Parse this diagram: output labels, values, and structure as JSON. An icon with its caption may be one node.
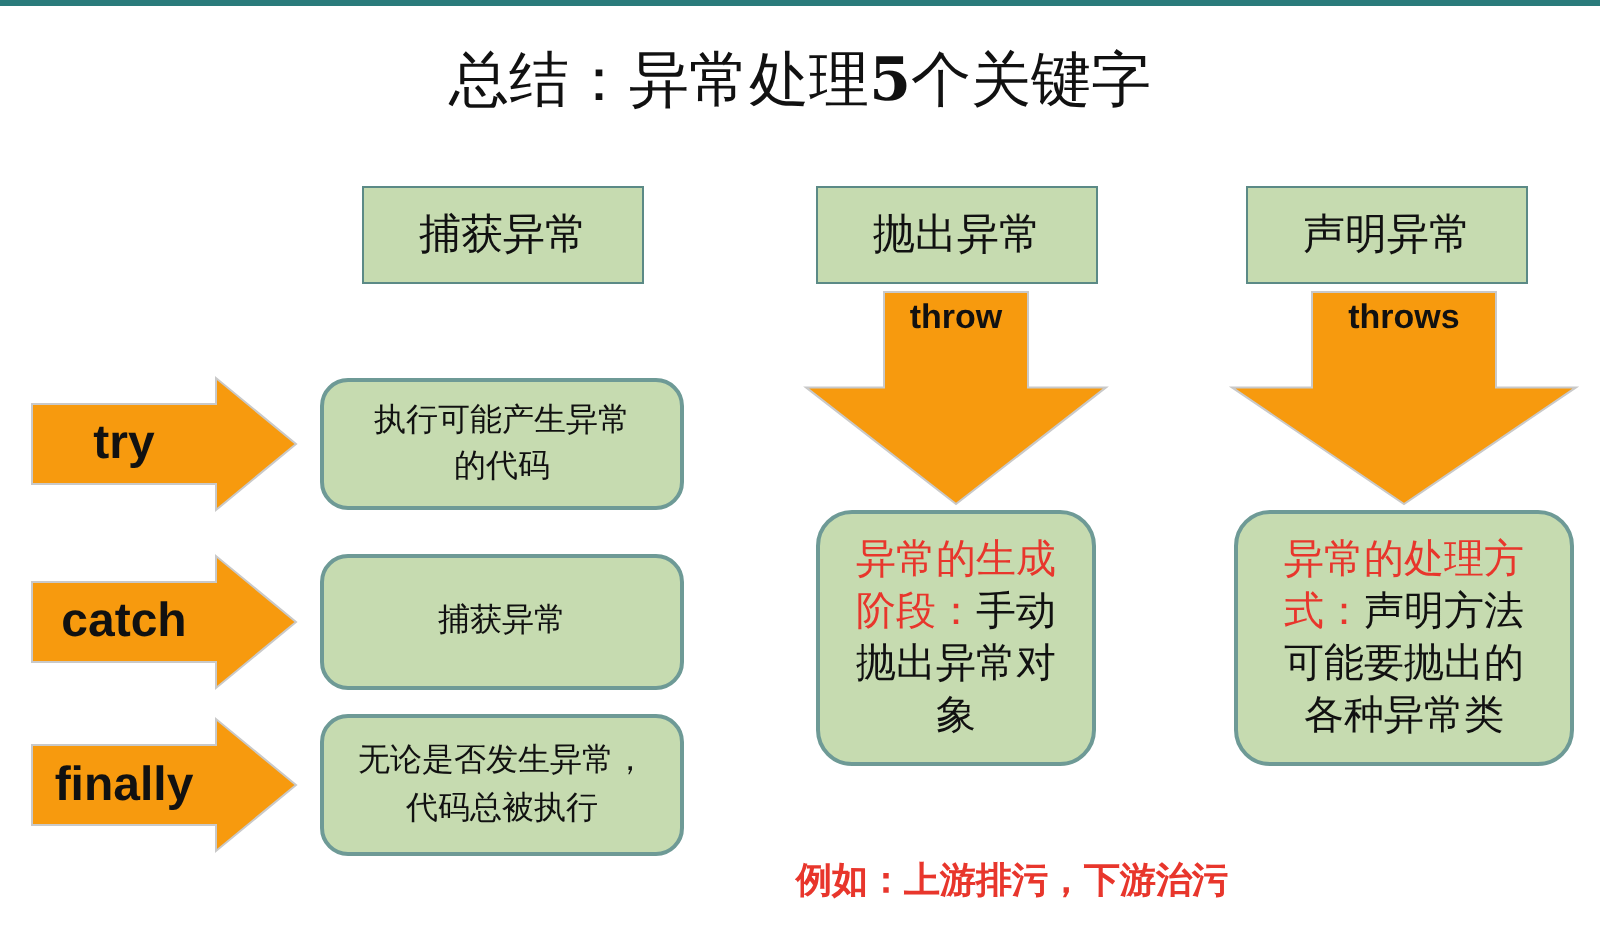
{
  "diagram": {
    "title": "总结：异常处理**5**个关键字",
    "nodes": [
      {
        "text": [
          "捕获异常"
        ]
      },
      {
        "text": [
          "抛出异常"
        ]
      },
      {
        "text": [
          "声明异常"
        ]
      },
      {
        "text": [
          "执行可能产生异常的代码"
        ]
      },
      {
        "text": [
          "捕获异常"
        ]
      },
      {
        "text": [
          "无论是否发生异常，代码总被执行"
        ]
      },
      {
        "text": [
          "异常的生成阶段：",
          "手动抛出异常对象"
        ]
      },
      {
        "text": [
          "异常的处理方式：",
          "声明方法可能要抛出的各种异常类"
        ]
      }
    ],
    "edges": [
      {
        "from": null,
        "to": 3,
        "arrow": "to",
        "label": "try"
      },
      {
        "from": null,
        "to": 4,
        "arrow": "to",
        "label": "catch"
      },
      {
        "from": null,
        "to": 5,
        "arrow": "to",
        "label": "finally"
      },
      {
        "from": 1,
        "to": 6,
        "arrow": "to",
        "label": "throw"
      },
      {
        "from": 2,
        "to": 7,
        "arrow": "to",
        "label": "throws"
      }
    ],
    "labels": [
      "例如：上游排污，下游治污"
    ]
  }
}
